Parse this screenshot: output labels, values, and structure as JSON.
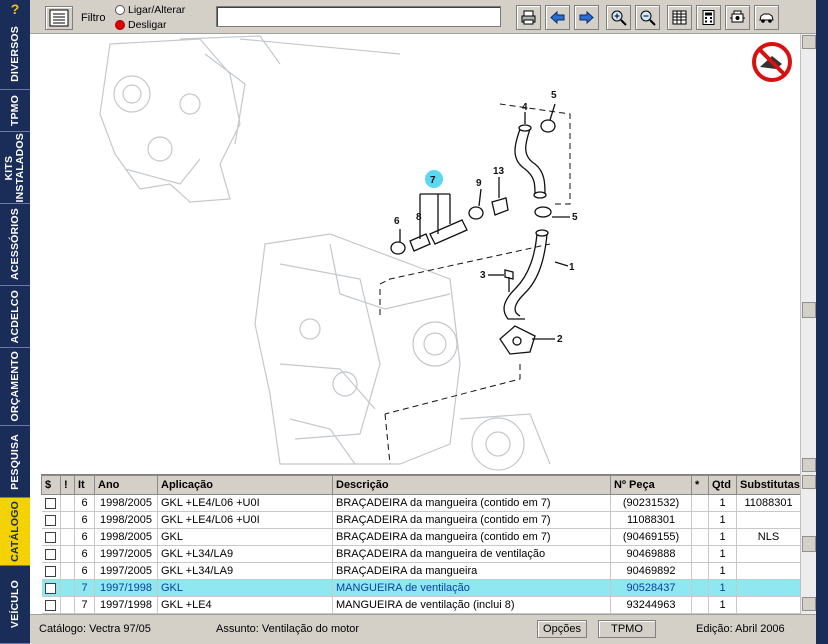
{
  "sidebar": {
    "help": "?",
    "tabs": [
      "DIVERSOS",
      "TPMO",
      "KITS\nINSTALADOS",
      "ACESSÓRIOS",
      "ACDELCO",
      "ORÇAMENTO",
      "PESQUISA",
      "CATÁLOGO",
      "VEÍCULO"
    ],
    "active_tab": "CATÁLOGO"
  },
  "toolbar": {
    "filter_label": "Filtro",
    "radio_on_label": "Ligar/Alterar",
    "radio_off_label": "Desligar",
    "filter_value": "",
    "buttons": [
      "print-icon",
      "arrow-left-icon",
      "arrow-right-icon",
      "zoom-in-icon",
      "zoom-out-icon",
      "table-icon",
      "calculator-icon",
      "engine-icon",
      "car-icon"
    ]
  },
  "diagram": {
    "callouts": [
      "1",
      "2",
      "3",
      "4",
      "5",
      "5",
      "6",
      "7",
      "8",
      "9",
      "13"
    ],
    "highlighted_callout": "7"
  },
  "table": {
    "headers": [
      "$",
      "!",
      "It",
      "Ano",
      "Aplicação",
      "Descrição",
      "Nº Peça",
      "*",
      "Qtd",
      "Substitutas"
    ],
    "rows": [
      {
        "it": "6",
        "ano": "1998/2005",
        "aplicacao": "GKL +LE4/L06 +U0I",
        "descricao": "BRAÇADEIRA da mangueira (contido em 7)",
        "peca": "(90231532)",
        "qtd": "1",
        "subst": "11088301"
      },
      {
        "it": "6",
        "ano": "1998/2005",
        "aplicacao": "GKL +LE4/L06 +U0I",
        "descricao": "BRAÇADEIRA da mangueira (contido em 7)",
        "peca": "11088301",
        "qtd": "1",
        "subst": ""
      },
      {
        "it": "6",
        "ano": "1998/2005",
        "aplicacao": "GKL",
        "descricao": "BRAÇADEIRA da mangueira (contido em 7)",
        "peca": "(90469155)",
        "qtd": "1",
        "subst": "NLS"
      },
      {
        "it": "6",
        "ano": "1997/2005",
        "aplicacao": "GKL +L34/LA9",
        "descricao": "BRAÇADEIRA da mangueira de ventilação",
        "peca": "90469888",
        "qtd": "1",
        "subst": ""
      },
      {
        "it": "6",
        "ano": "1997/2005",
        "aplicacao": "GKL +L34/LA9",
        "descricao": "BRAÇADEIRA da mangueira",
        "peca": "90469892",
        "qtd": "1",
        "subst": ""
      },
      {
        "it": "7",
        "ano": "1997/1998",
        "aplicacao": "GKL",
        "descricao": "MANGUEIRA de ventilação",
        "peca": "90528437",
        "qtd": "1",
        "subst": ""
      },
      {
        "it": "7",
        "ano": "1997/1998",
        "aplicacao": "GKL +LE4",
        "descricao": "MANGUEIRA de ventilação (inclui 8)",
        "peca": "93244963",
        "qtd": "1",
        "subst": ""
      }
    ],
    "selected_row": 5
  },
  "status": {
    "catalogo": "Catálogo: Vectra 97/05",
    "assunto": "Assunto: Ventilação do motor",
    "opcoes": "Opções",
    "tpmo": "TPMO",
    "edicao": "Edição: Abril 2006"
  },
  "colors": {
    "nav": "#1a2c58",
    "active_tab": "#f4d200",
    "selected_row": "#8fe8f0",
    "callout_highlight": "#5ad8f0"
  }
}
